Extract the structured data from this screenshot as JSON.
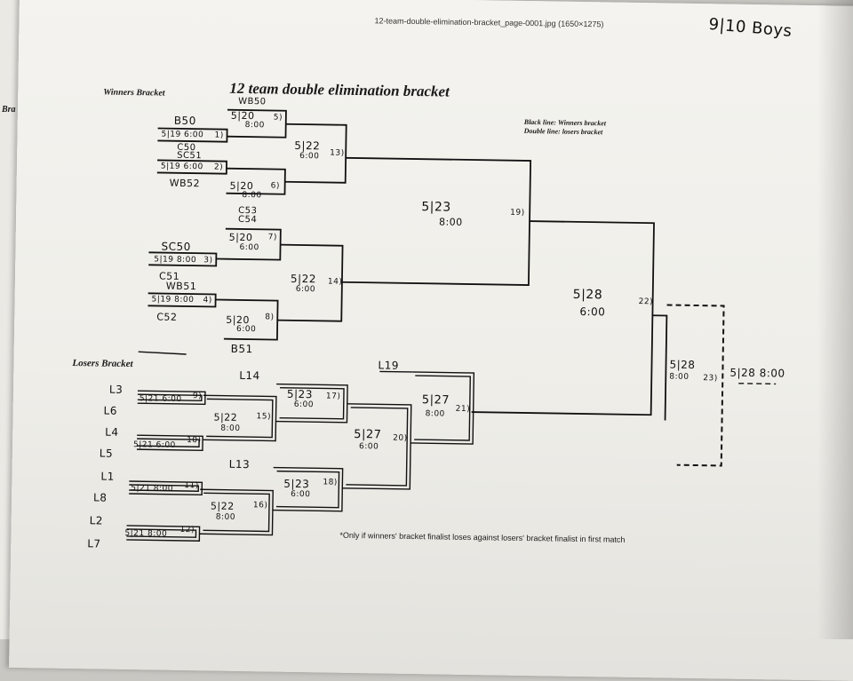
{
  "header": {
    "file_caption": "12-team-double-elimination-bracket_page-0001.jpg (1650×1275)",
    "handwritten_division": "9|10 Boys",
    "edge_text": "Bra"
  },
  "title": "12 team double elimination bracket",
  "section_labels": {
    "winners": "Winners Bracket",
    "losers": "Losers Bracket"
  },
  "legend": {
    "black_line": "Black line: Winners bracket",
    "double_line": "Double line: losers bracket"
  },
  "footnote": "*Only if winners' bracket finalist loses against losers' bracket finalist in first match",
  "winners_bracket": {
    "teams": [
      "B50",
      "C50",
      "SC51",
      "WB52",
      "C53",
      "C54",
      "SC50",
      "C51",
      "WB51",
      "C52",
      "WB50",
      "B51"
    ],
    "games": [
      {
        "num": "1)",
        "slot": "5|19 6:00"
      },
      {
        "num": "2)",
        "slot": "5|19 6:00"
      },
      {
        "num": "3)",
        "slot": "5|19 8:00"
      },
      {
        "num": "4)",
        "slot": "5|19 8:00"
      },
      {
        "num": "5)",
        "date": "5|20",
        "time": "8:00"
      },
      {
        "num": "6)",
        "date": "5|20",
        "time": "8:00"
      },
      {
        "num": "7)",
        "date": "5|20",
        "time": "6:00"
      },
      {
        "num": "8)",
        "date": "5|20",
        "time": "6:00"
      },
      {
        "num": "13)",
        "date": "5|22",
        "time": "6:00"
      },
      {
        "num": "14)",
        "date": "5|22",
        "time": "6:00"
      },
      {
        "num": "19)",
        "date": "5|23",
        "time": "8:00"
      },
      {
        "num": "22)",
        "date": "5|28",
        "time": "6:00"
      }
    ]
  },
  "losers_bracket": {
    "entries": [
      "L3",
      "L6",
      "L4",
      "L5",
      "L1",
      "L8",
      "L2",
      "L7",
      "L14",
      "L13",
      "L19"
    ],
    "games": [
      {
        "num": "9)",
        "slot": "5|21 6:00"
      },
      {
        "num": "10)",
        "slot": "5|21 6:00"
      },
      {
        "num": "11)",
        "slot": "5|21 8:00"
      },
      {
        "num": "12)",
        "slot": "5|21 8:00"
      },
      {
        "num": "15)",
        "date": "5|22",
        "time": "8:00"
      },
      {
        "num": "16)",
        "date": "5|22",
        "time": "8:00"
      },
      {
        "num": "17)",
        "date": "5|23",
        "time": "6:00"
      },
      {
        "num": "18)",
        "date": "5|23",
        "time": "6:00"
      },
      {
        "num": "20)",
        "date": "5|27",
        "time": "6:00"
      },
      {
        "num": "21)",
        "date": "5|27",
        "time": "8:00"
      }
    ]
  },
  "finals": {
    "game23": {
      "num": "23)",
      "date": "5|28",
      "time": "8:00"
    },
    "if_needed": "5|28   8:00"
  }
}
